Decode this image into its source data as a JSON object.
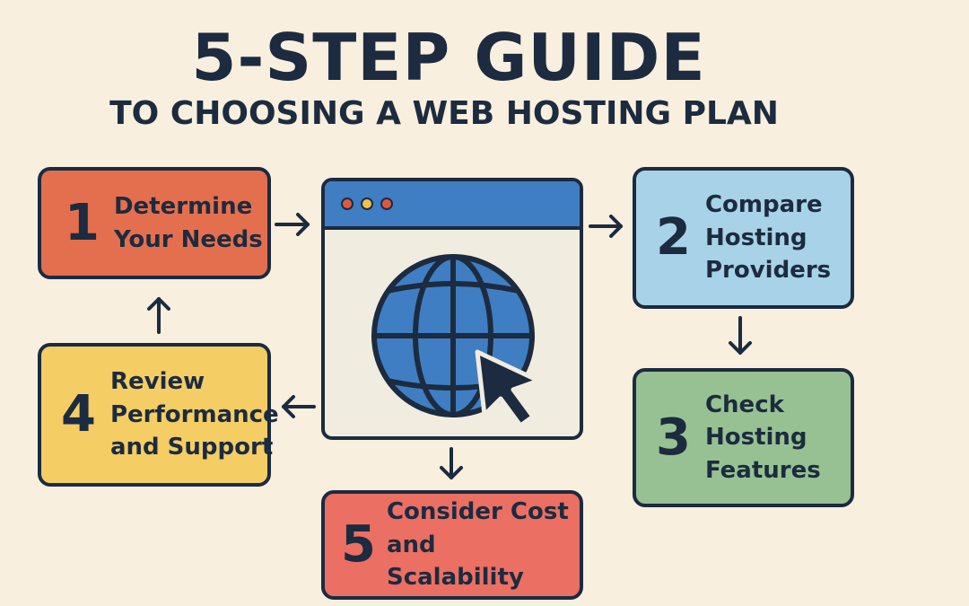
{
  "header": {
    "title": "5-STEP GUIDE",
    "subtitle": "TO CHOOSING A WEB HOSTING PLAN"
  },
  "steps": [
    {
      "number": "1",
      "label_lines": [
        "Determine",
        "Your Needs"
      ]
    },
    {
      "number": "2",
      "label_lines": [
        "Compare",
        "Hosting",
        "Providers"
      ]
    },
    {
      "number": "3",
      "label_lines": [
        "Check",
        "Hosting",
        "Features"
      ]
    },
    {
      "number": "4",
      "label_lines": [
        "Review",
        "Performance",
        "and Support"
      ]
    },
    {
      "number": "5",
      "label_lines": [
        "Consider Cost",
        "and Scalability"
      ]
    }
  ],
  "browser": {
    "icon": "globe-icon",
    "cursor": "cursor-arrow-icon",
    "window_dots": [
      "#e0573f",
      "#f2c14b",
      "#e0573f"
    ]
  },
  "colors": {
    "background": "#f8efdf",
    "ink": "#1c2b3f",
    "step1": "#e46f4e",
    "step2": "#a8d2e8",
    "step3": "#97c192",
    "step4": "#f4cd64",
    "step5": "#ec6f63",
    "globe": "#3f7ec3"
  }
}
